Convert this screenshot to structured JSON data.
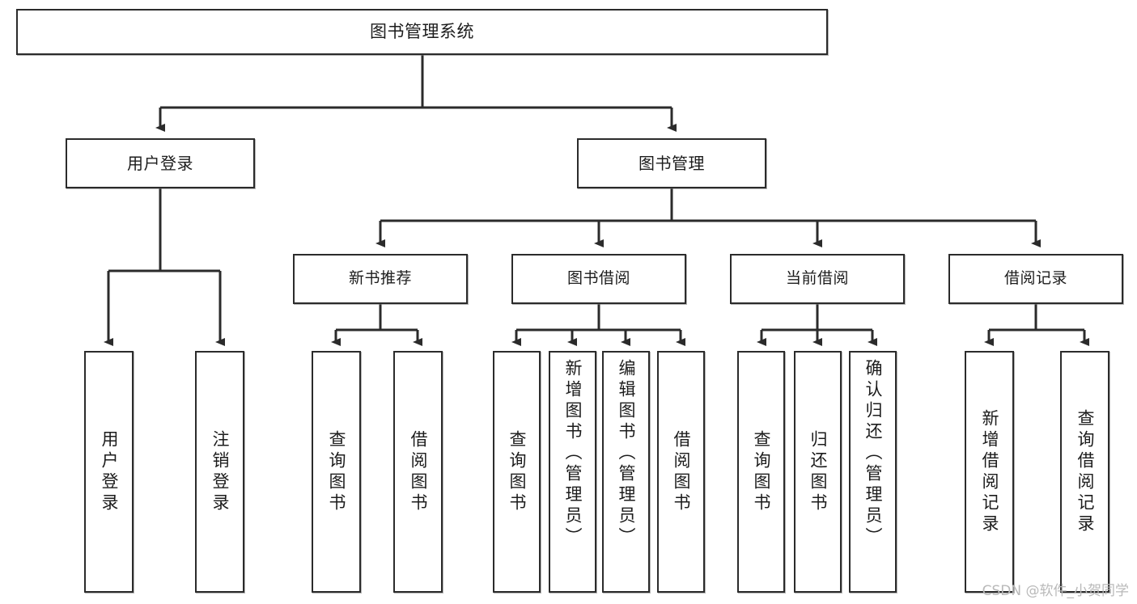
{
  "diagram": {
    "type": "tree",
    "title": "图书管理系统",
    "orientation": "top-down",
    "colors": {
      "node_border": "#2b2b2b",
      "node_fill": "#ffffff",
      "edge": "#2b2b2b",
      "text": "#1c1c1c",
      "watermark": "#b9b9b9"
    },
    "root": {
      "label": "图书管理系统"
    },
    "level2": [
      {
        "label": "用户登录"
      },
      {
        "label": "图书管理"
      }
    ],
    "level3": [
      {
        "label": "新书推荐"
      },
      {
        "label": "图书借阅"
      },
      {
        "label": "当前借阅"
      },
      {
        "label": "借阅记录"
      }
    ],
    "leaves": {
      "user_login": [
        {
          "label": "用户登录"
        },
        {
          "label": "注销登录"
        }
      ],
      "new_book_recommend": [
        {
          "label": "查询图书"
        },
        {
          "label": "借阅图书"
        }
      ],
      "book_borrow": [
        {
          "label": "查询图书"
        },
        {
          "label": "新增图书（管理员）"
        },
        {
          "label": "编辑图书（管理员）"
        },
        {
          "label": "借阅图书"
        }
      ],
      "current_borrow": [
        {
          "label": "查询图书"
        },
        {
          "label": "归还图书"
        },
        {
          "label": "确认归还（管理员）"
        }
      ],
      "borrow_record": [
        {
          "label": "新增借阅记录"
        },
        {
          "label": "查询借阅记录"
        }
      ]
    }
  },
  "watermark": {
    "text": "CSDN @软件_小贺同学"
  }
}
